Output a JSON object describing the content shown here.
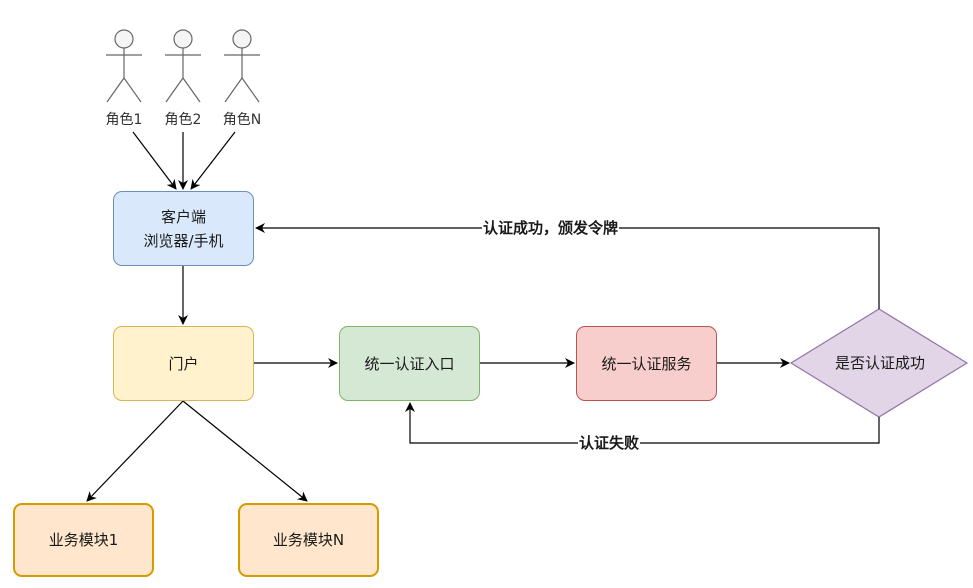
{
  "actors": [
    {
      "label": "角色1"
    },
    {
      "label": "角色2"
    },
    {
      "label": "角色N"
    }
  ],
  "nodes": {
    "client": {
      "line1": "客户端",
      "line2": "浏览器/手机"
    },
    "portal": {
      "label": "门户"
    },
    "entry": {
      "label": "统一认证入口"
    },
    "auth_service": {
      "label": "统一认证服务"
    },
    "decision": {
      "label": "是否认证成功"
    },
    "module_1": {
      "label": "业务模块1"
    },
    "module_n": {
      "label": "业务模块N"
    }
  },
  "edges": {
    "success": {
      "label": "认证成功，颁发令牌"
    },
    "failure": {
      "label": "认证失败"
    }
  },
  "colors": {
    "client_fill": "#dae8fc",
    "client_stroke": "#6c8ebf",
    "portal_fill": "#fff2cc",
    "portal_stroke": "#d6b656",
    "entry_fill": "#d5e8d4",
    "entry_stroke": "#82b366",
    "auth_fill": "#f8cecc",
    "auth_stroke": "#b85450",
    "decision_fill": "#e1d5e7",
    "decision_stroke": "#9673a6",
    "module_fill": "#ffe6cc",
    "module_stroke": "#d79b00",
    "actor_stroke": "#666666"
  }
}
